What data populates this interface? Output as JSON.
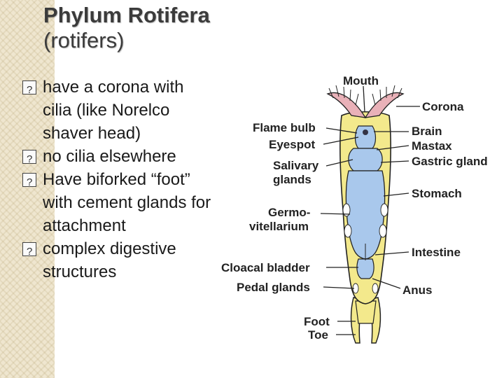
{
  "slide": {
    "title_line1": "Phylum Rotifera",
    "title_line2": "(rotifers)",
    "bullets": [
      {
        "text": "have a corona with cilia (like Norelco shaver head)"
      },
      {
        "text": "no cilia elsewhere"
      },
      {
        "text": "Have biforked “foot” with cement glands for attachment"
      },
      {
        "text": "complex digestive structures"
      }
    ]
  },
  "diagram": {
    "labels": {
      "mouth": "Mouth",
      "corona": "Corona",
      "flame_bulb": "Flame bulb",
      "brain": "Brain",
      "eyespot": "Eyespot",
      "mastax": "Mastax",
      "gastric_gland": "Gastric gland",
      "salivary_glands_1": "Salivary",
      "salivary_glands_2": "glands",
      "stomach": "Stomach",
      "germo_1": "Germo-",
      "germo_2": "vitellarium",
      "intestine": "Intestine",
      "cloacal_bladder": "Cloacal bladder",
      "anus": "Anus",
      "pedal_glands": "Pedal glands",
      "foot": "Foot",
      "toe": "Toe"
    },
    "colors": {
      "body": "#f3e98c",
      "organs": "#a9c8ec",
      "corona": "#e9b1b8",
      "outline": "#222222"
    }
  }
}
